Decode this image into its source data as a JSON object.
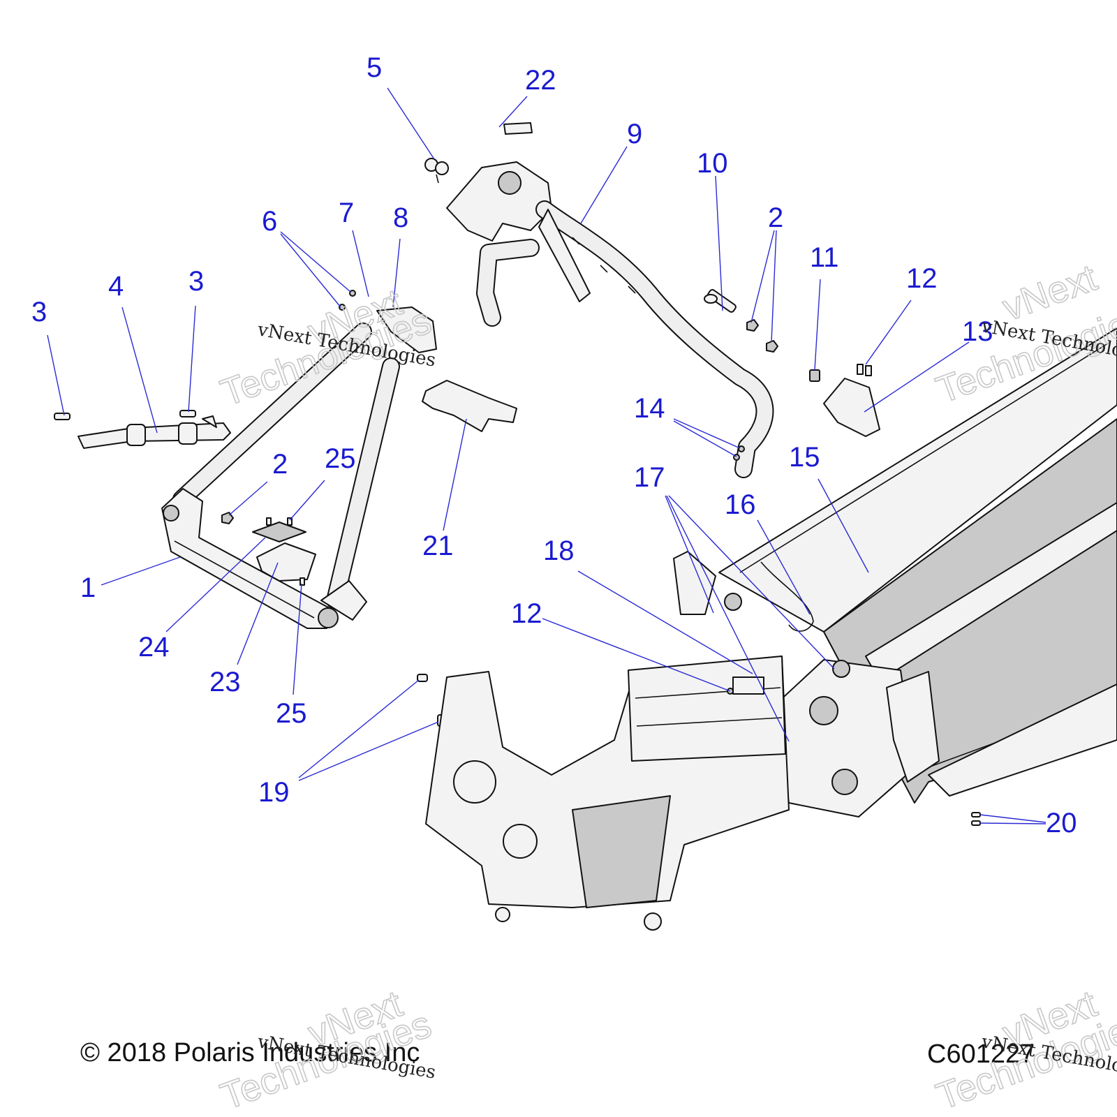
{
  "callouts": [
    {
      "id": "1",
      "label": "1"
    },
    {
      "id": "2a",
      "label": "2"
    },
    {
      "id": "2b",
      "label": "2"
    },
    {
      "id": "3a",
      "label": "3"
    },
    {
      "id": "3b",
      "label": "3"
    },
    {
      "id": "4",
      "label": "4"
    },
    {
      "id": "5",
      "label": "5"
    },
    {
      "id": "6",
      "label": "6"
    },
    {
      "id": "7",
      "label": "7"
    },
    {
      "id": "8",
      "label": "8"
    },
    {
      "id": "9",
      "label": "9"
    },
    {
      "id": "10",
      "label": "10"
    },
    {
      "id": "11",
      "label": "11"
    },
    {
      "id": "12a",
      "label": "12"
    },
    {
      "id": "12b",
      "label": "12"
    },
    {
      "id": "13",
      "label": "13"
    },
    {
      "id": "14",
      "label": "14"
    },
    {
      "id": "15",
      "label": "15"
    },
    {
      "id": "16",
      "label": "16"
    },
    {
      "id": "17",
      "label": "17"
    },
    {
      "id": "18",
      "label": "18"
    },
    {
      "id": "19",
      "label": "19"
    },
    {
      "id": "20",
      "label": "20"
    },
    {
      "id": "21",
      "label": "21"
    },
    {
      "id": "22",
      "label": "22"
    },
    {
      "id": "23",
      "label": "23"
    },
    {
      "id": "24",
      "label": "24"
    },
    {
      "id": "25a",
      "label": "25"
    },
    {
      "id": "25b",
      "label": "25"
    }
  ],
  "footer": {
    "copyright": "© 2018 Polaris Industries Inc",
    "drawing_number": "C601227"
  },
  "watermark": {
    "serif_text": "vNext Technologies",
    "outline_line1": "vNext",
    "outline_line2": "Technologies"
  },
  "colors": {
    "callout": "#1a1ad0",
    "leader": "#2a2ad6",
    "line_art": "#111111",
    "watermark_outline": "#c8c8c8"
  }
}
